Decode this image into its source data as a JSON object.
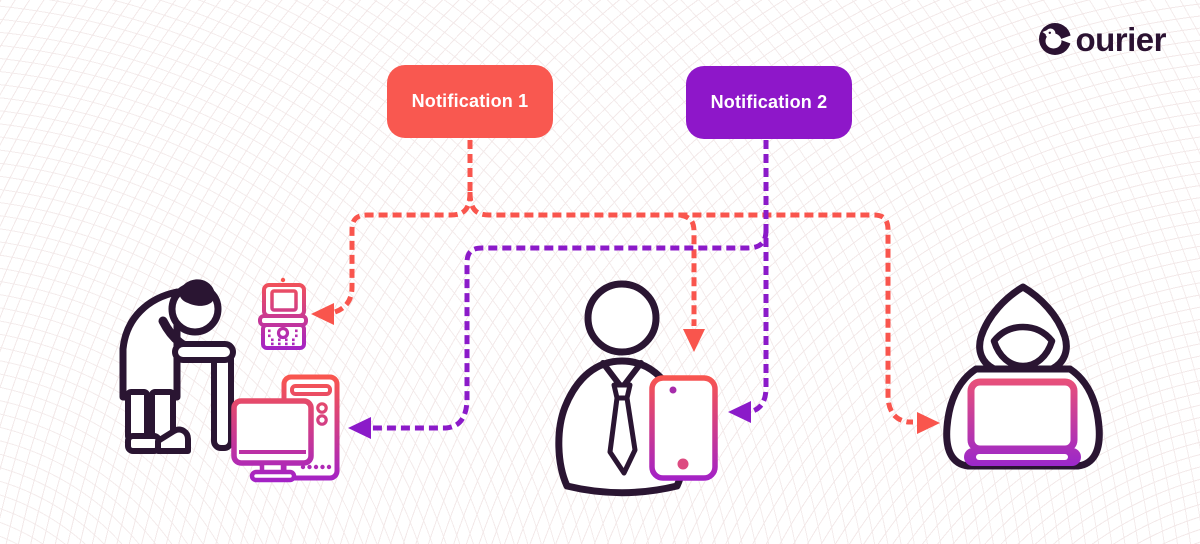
{
  "brand": {
    "name": "Courier",
    "wordmark_tail": "ourier"
  },
  "diagram": {
    "type": "notification-routing",
    "notifications": [
      {
        "label": "Notification 1",
        "color": "#F95850"
      },
      {
        "label": "Notification 2",
        "color": "#8E17C9"
      }
    ],
    "recipients": [
      {
        "id": "elderly-user",
        "icon": "elderly-person-icon",
        "devices": [
          "flip-phone",
          "desktop-computer"
        ]
      },
      {
        "id": "office-user",
        "icon": "business-person-icon",
        "devices": [
          "smartphone"
        ]
      },
      {
        "id": "hooded-user",
        "icon": "hacker-icon",
        "devices": [
          "laptop"
        ]
      }
    ],
    "edges": [
      {
        "from": "Notification 1",
        "to": "flip-phone"
      },
      {
        "from": "Notification 1",
        "to": "smartphone"
      },
      {
        "from": "Notification 1",
        "to": "laptop"
      },
      {
        "from": "Notification 2",
        "to": "desktop-computer"
      },
      {
        "from": "Notification 2",
        "to": "smartphone"
      }
    ],
    "colors": {
      "notification1_line": "#F9554D",
      "notification2_line": "#8B1AC9",
      "figure_outline": "#2A1532",
      "device_gradient_top": "#F9564F",
      "device_gradient_bottom": "#A322C7"
    }
  }
}
